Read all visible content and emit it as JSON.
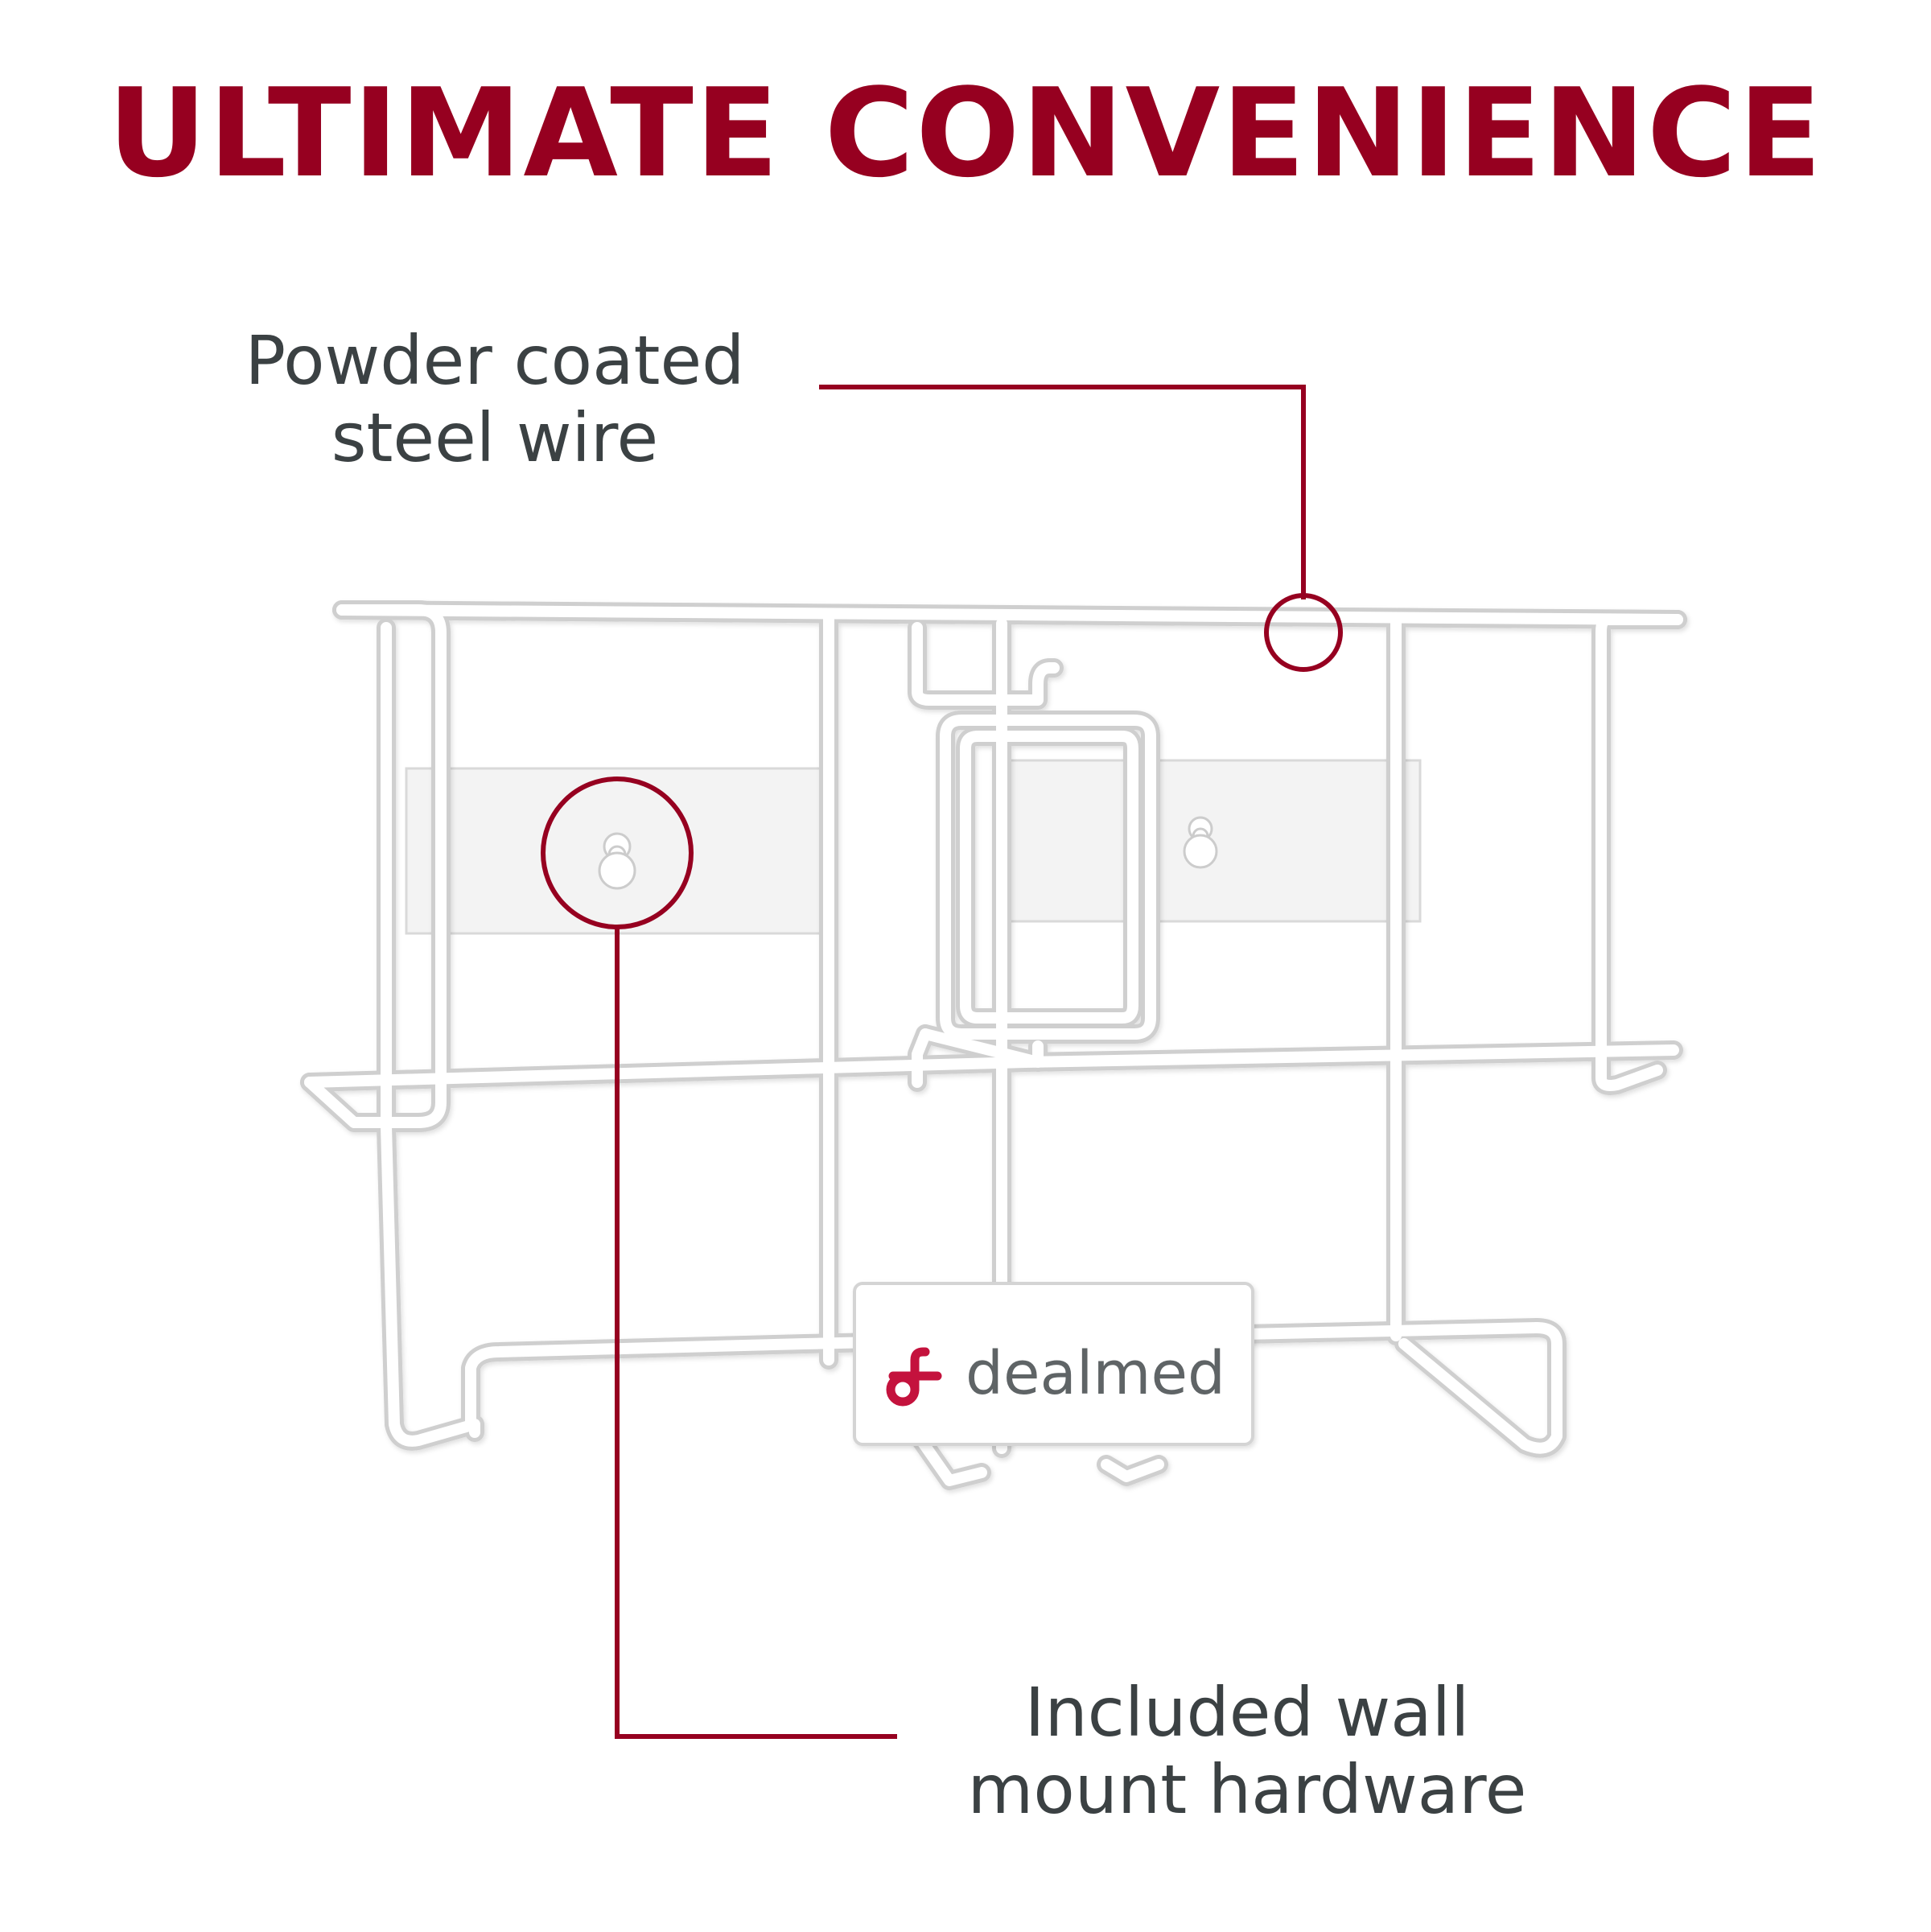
{
  "headline": "ULTIMATE CONVENIENCE",
  "callouts": [
    {
      "line1": "Powder coated",
      "line2": "steel wire"
    },
    {
      "line1": "Included wall",
      "line2": "mount hardware"
    }
  ],
  "brand": {
    "name": "dealmed",
    "logo_icon": "dealmed-logo-icon"
  },
  "colors": {
    "accent": "#960020",
    "text": "#3b4143",
    "wire": "#ffffff",
    "wire_outline": "#cfcfcf",
    "background": "#ffffff"
  }
}
